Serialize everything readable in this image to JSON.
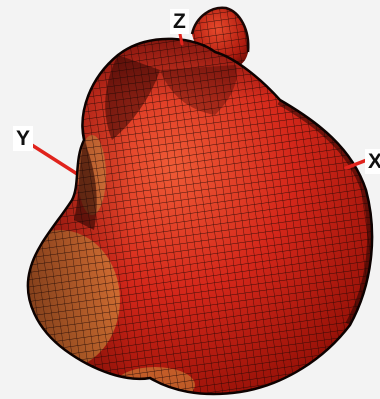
{
  "axes": {
    "z_label": "Z",
    "y_label": "Y",
    "x_label": "X",
    "axis_color": "#e0231c"
  },
  "surface": {
    "fill_color": "#cf1f12",
    "highlight_color": "#e64a28",
    "shadow_color": "#6a0c04",
    "rim_color": "#d6a83a",
    "mesh_color": "#1a0705"
  }
}
